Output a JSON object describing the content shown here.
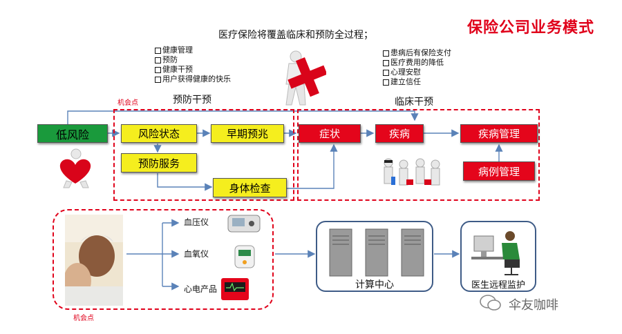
{
  "title": "保险公司业务模式",
  "subtitle": "医疗保险将覆盖临床和预防全过程；",
  "prevention_list": [
    "健康管理",
    "预防",
    "健康干预",
    "用户获得健康的快乐"
  ],
  "clinical_list": [
    "患病后有保险支付",
    "医疗费用的降低",
    "心理安慰",
    "建立信任"
  ],
  "prevention_label": "预防干预",
  "clinical_label": "临床干预",
  "opportunity_top": "机会点",
  "opportunity_bottom": "机会点",
  "nodes": {
    "low_risk": "低风险",
    "risk_status": "风险状态",
    "early_sign": "早期预兆",
    "prevention_service": "预防服务",
    "physical_exam": "身体检查",
    "symptom": "症状",
    "disease": "疾病",
    "disease_mgmt": "疾病管理",
    "case_mgmt": "病例管理"
  },
  "devices": [
    "血压仪",
    "血氧仪",
    "心电产品"
  ],
  "computing_center": "计算中心",
  "remote_monitoring": "医生远程监护",
  "watermark": "伞友咖啡",
  "colors": {
    "green": "#1a9a3c",
    "yellow": "#f5ee1e",
    "red": "#e4051b",
    "dash": "#e0001a",
    "line": "#5a82b8"
  }
}
